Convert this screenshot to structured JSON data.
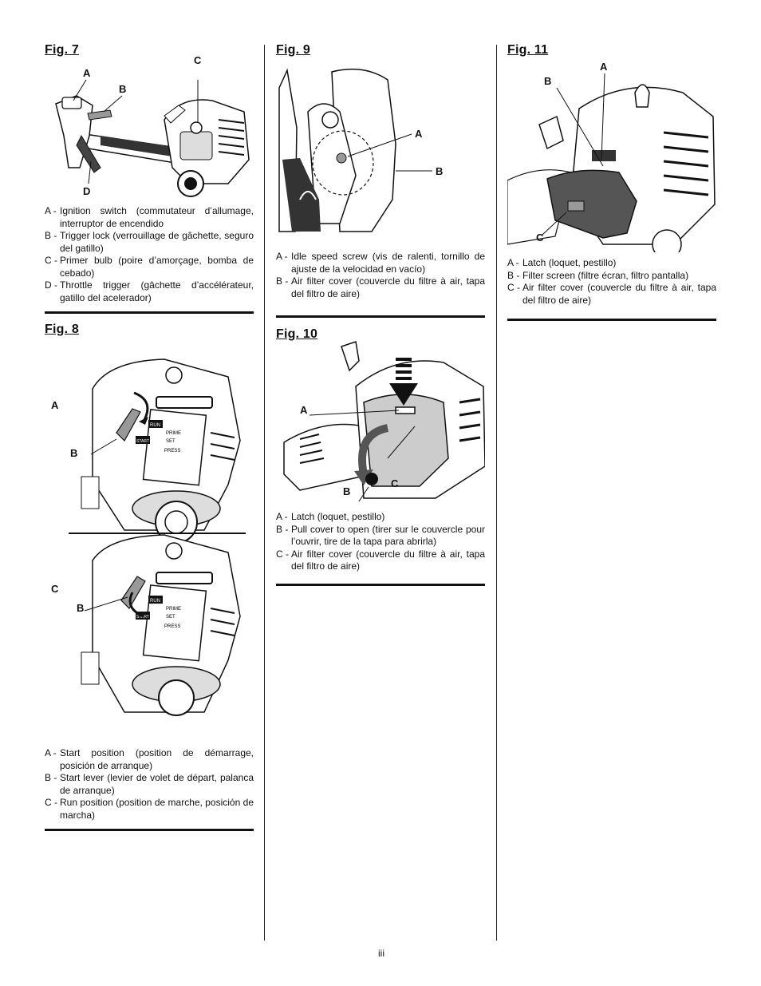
{
  "fig7": {
    "title": "Fig. 7",
    "labels": {
      "a": "A",
      "b": "B",
      "c": "C",
      "d": "D"
    },
    "captions": [
      {
        "key": "A -",
        "text": "Ignition switch (commutateur d’allumage, interruptor de encendido"
      },
      {
        "key": "B -",
        "text": "Trigger lock (verrouillage de gâchette, seguro del gatillo)"
      },
      {
        "key": "C -",
        "text": "Primer bulb (poire d’amorçage, bomba de cebado)"
      },
      {
        "key": "D -",
        "text": "Throttle trigger (gâchette d’accélérateur, gatillo del acelerador)"
      }
    ]
  },
  "fig8": {
    "title": "Fig. 8",
    "labels": {
      "a": "A",
      "b1": "B",
      "c": "C",
      "b2": "B"
    },
    "decal": {
      "run": "RUN",
      "start": "START",
      "prime": "PRIME",
      "set": "SET",
      "press": "PRESS"
    },
    "captions": [
      {
        "key": "A -",
        "text": "Start position (position de démarrage, posición de arranque)"
      },
      {
        "key": "B -",
        "text": "Start lever (levier de volet de départ, palanca de arranque)"
      },
      {
        "key": "C -",
        "text": "Run position (position de marche, posición de marcha)"
      }
    ]
  },
  "fig9": {
    "title": "Fig. 9",
    "labels": {
      "a": "A",
      "b": "B"
    },
    "captions": [
      {
        "key": "A -",
        "text": "Idle speed screw (vis de ralenti, tornillo de ajuste de la velocidad en vacío)"
      },
      {
        "key": "B -",
        "text": "Air filter cover (couvercle du filtre à air, tapa del filtro de aire)"
      }
    ]
  },
  "fig10": {
    "title": "Fig. 10",
    "labels": {
      "a": "A",
      "b": "B",
      "c": "C"
    },
    "captions": [
      {
        "key": "A -",
        "text": "Latch (loquet, pestillo)"
      },
      {
        "key": "B -",
        "text": "Pull cover to open (tirer sur le couvercle pour l’ouvrir, tire de la tapa para abrirla)"
      },
      {
        "key": "C -",
        "text": "Air filter cover (couvercle du filtre à air, tapa del filtro de aire)"
      }
    ]
  },
  "fig11": {
    "title": "Fig. 11",
    "labels": {
      "a": "A",
      "b": "B",
      "c": "C"
    },
    "captions": [
      {
        "key": "A -",
        "text": "Latch (loquet, pestillo)"
      },
      {
        "key": "B -",
        "text": "Filter screen (filtre écran, filtro pantalla)"
      },
      {
        "key": "C -",
        "text": "Air filter cover (couvercle du filtre à air, tapa del filtro de aire)"
      }
    ]
  },
  "page_number": "iii"
}
